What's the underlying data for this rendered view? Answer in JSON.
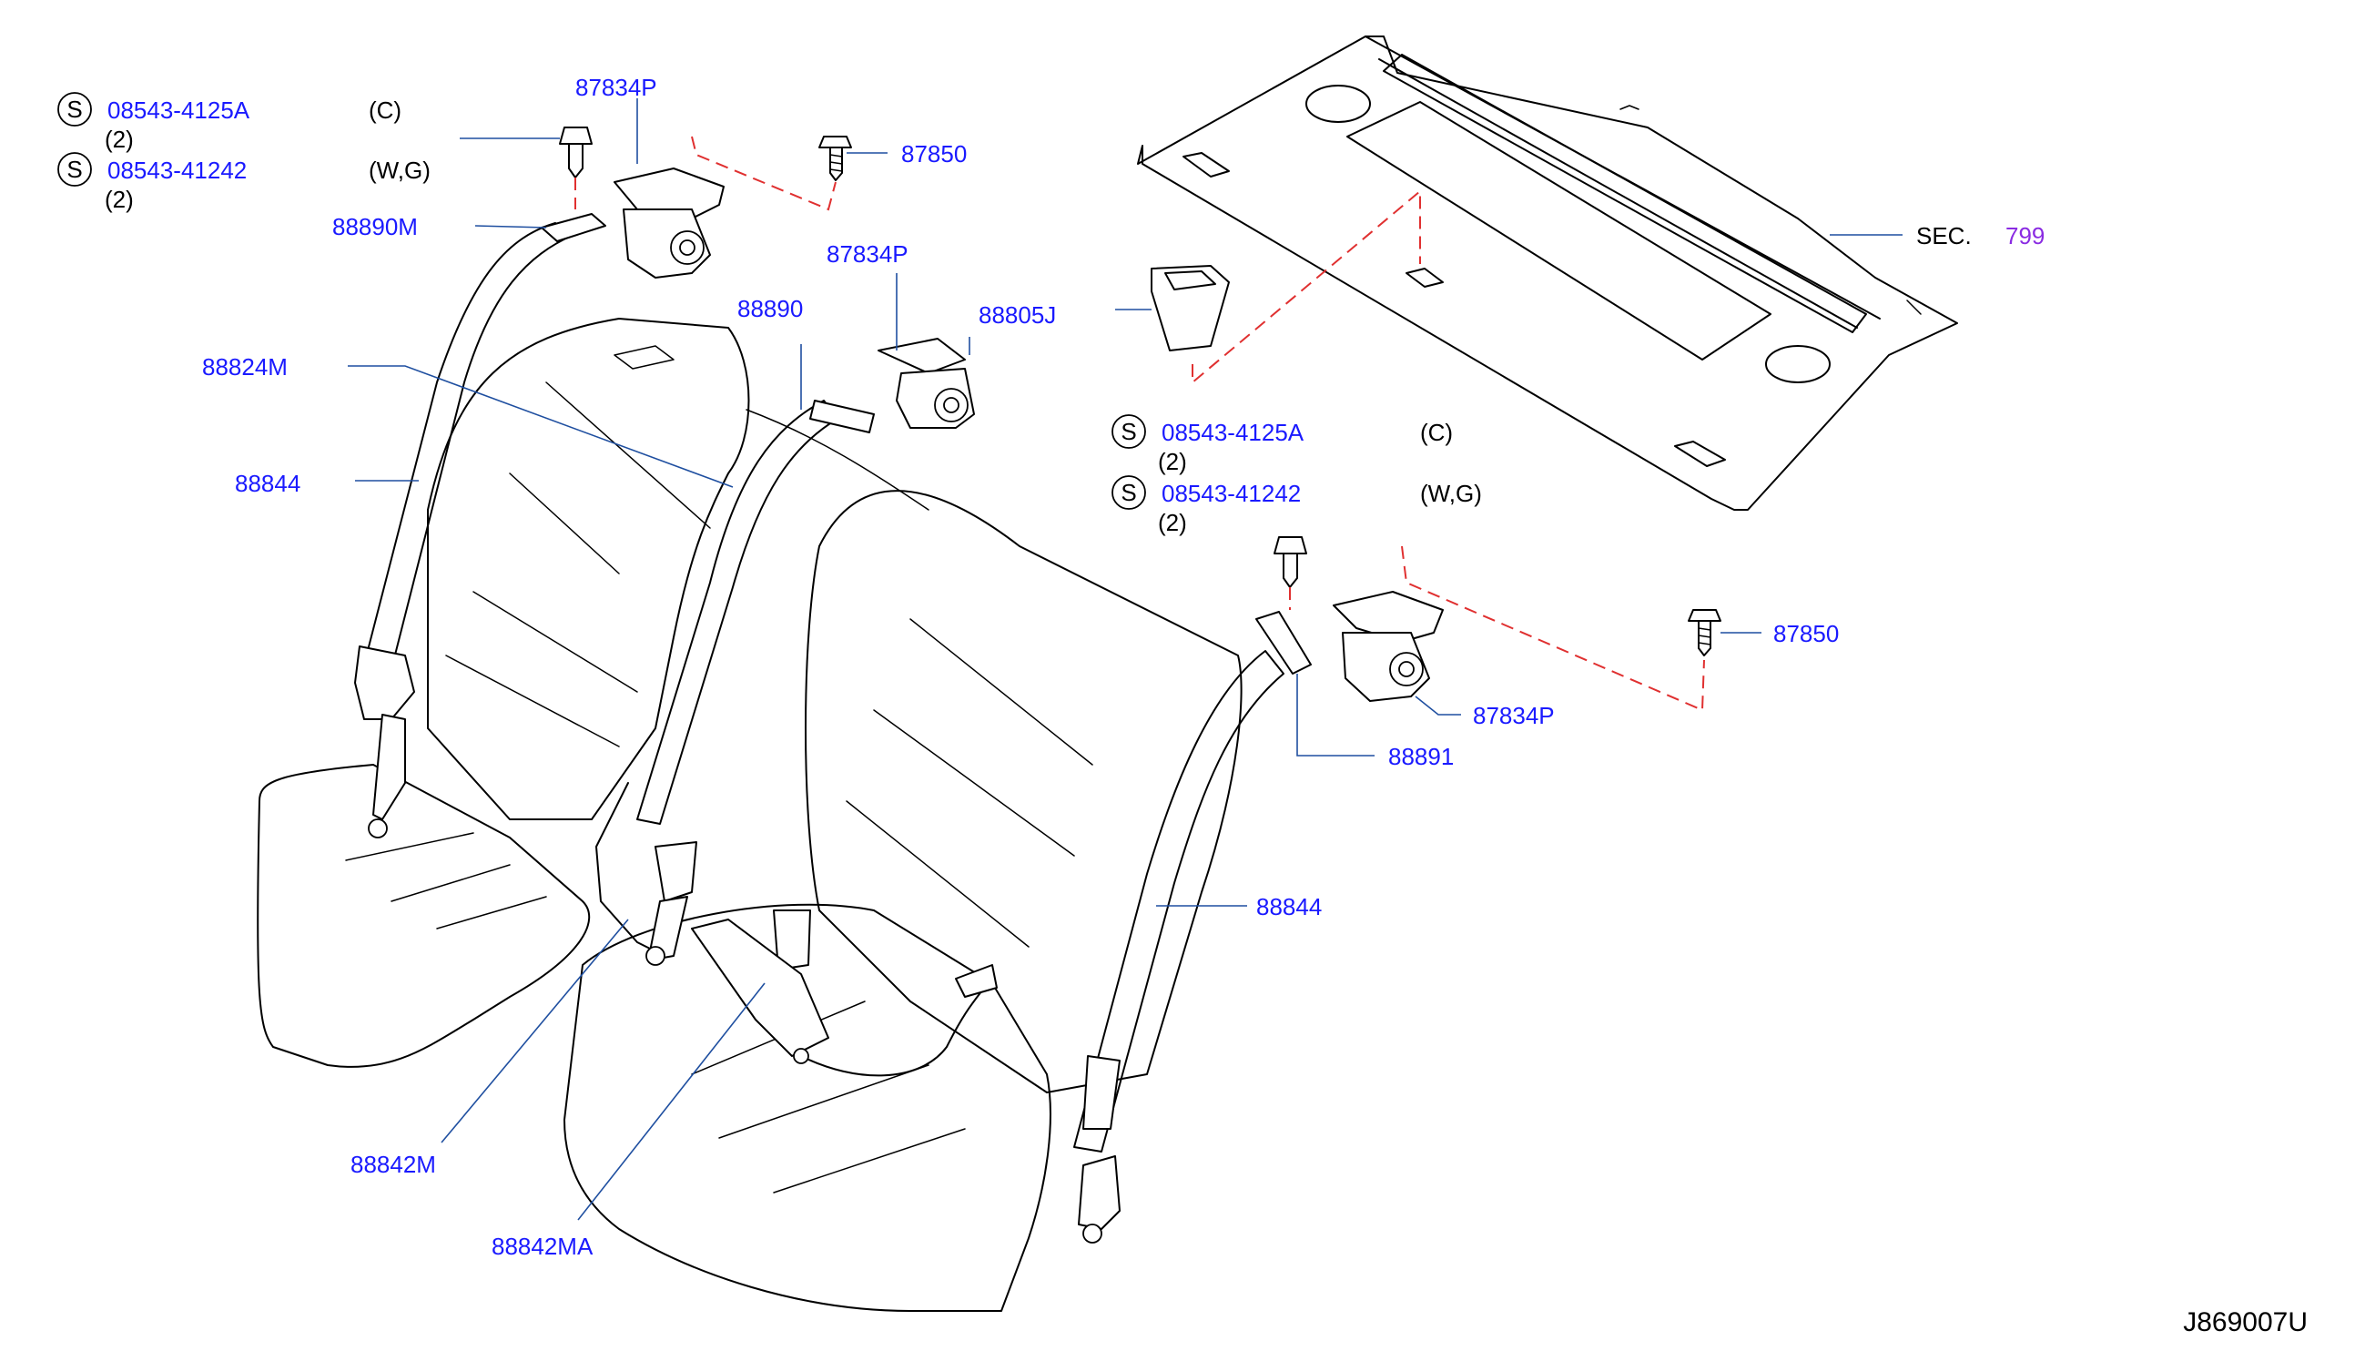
{
  "diagram_id": "J869007U",
  "colors": {
    "part_number": "#1a1aff",
    "section_ref": "#8a2be2",
    "leader_line": "#1f4fa0",
    "phantom_line": "#e03030",
    "drawing": "#000000"
  },
  "top_left_fasteners": {
    "s1": {
      "symbol": "S",
      "part": "08543-4125A",
      "variant": "(C)",
      "qty": "(2)"
    },
    "s2": {
      "symbol": "S",
      "part": "08543-41242",
      "variant": "(W,G)",
      "qty": "(2)"
    }
  },
  "right_fasteners": {
    "s1": {
      "symbol": "S",
      "part": "08543-4125A",
      "variant": "(C)",
      "qty": "(2)"
    },
    "s2": {
      "symbol": "S",
      "part": "08543-41242",
      "variant": "(W,G)",
      "qty": "(2)"
    }
  },
  "labels": {
    "p87834p_top": "87834P",
    "p87850_top": "87850",
    "p88890m": "88890M",
    "p87834p_mid": "87834P",
    "p88890": "88890",
    "p88805j": "88805J",
    "p88824m": "88824M",
    "p88844_left": "88844",
    "sec_prefix": "SEC.",
    "sec_num": "799",
    "p87850_right": "87850",
    "p87834p_right": "87834P",
    "p88891": "88891",
    "p88844_right": "88844",
    "p88842m": "88842M",
    "p88842ma": "88842MA"
  }
}
